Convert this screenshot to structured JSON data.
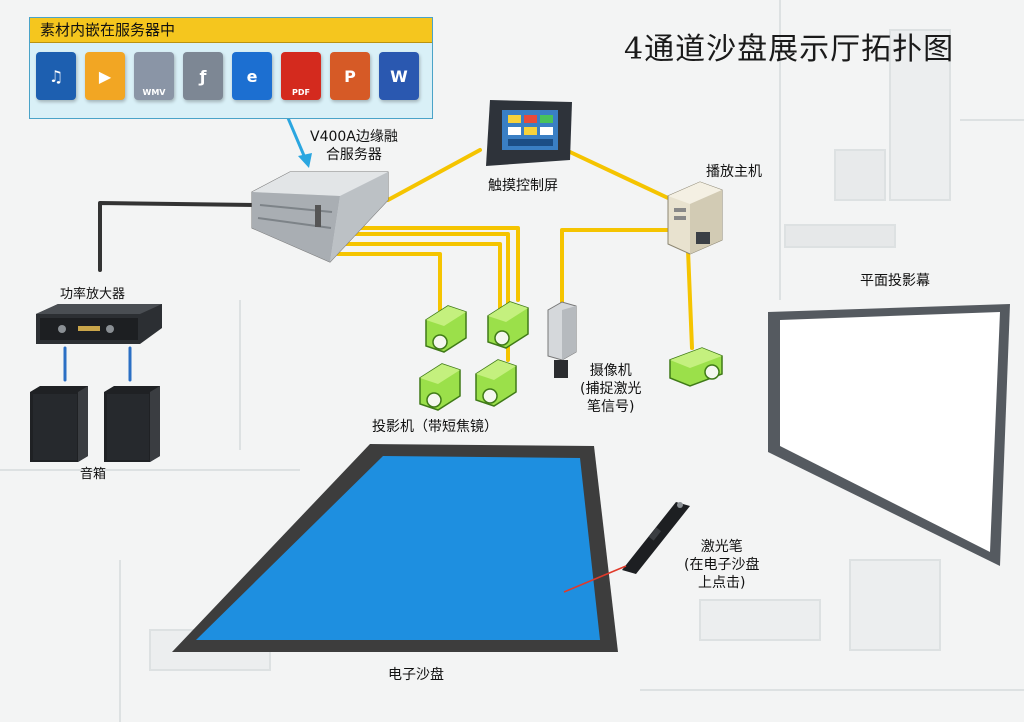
{
  "title": "4通道沙盘展示厅拓扑图",
  "media_panel": {
    "header": "素材内嵌在服务器中",
    "icons": [
      {
        "name": "audio-video-file-icon",
        "color": "#1d5fb0"
      },
      {
        "name": "media-player-icon",
        "color": "#f2a623"
      },
      {
        "name": "wmv-file-icon",
        "color": "#8a95a6",
        "text": "WMV"
      },
      {
        "name": "flash-file-icon",
        "color": "#7d8794"
      },
      {
        "name": "internet-explorer-icon",
        "color": "#1c6fd1"
      },
      {
        "name": "pdf-file-icon",
        "color": "#d42a1e",
        "text": "PDF"
      },
      {
        "name": "powerpoint-file-icon",
        "color": "#d65a26"
      },
      {
        "name": "word-file-icon",
        "color": "#2a58b0"
      }
    ]
  },
  "labels": {
    "server_line1": "V400A边缘融",
    "server_line2": "合服务器",
    "touch_screen": "触摸控制屏",
    "host_pc": "播放主机",
    "amplifier": "功率放大器",
    "speakers": "音箱",
    "flat_screen": "平面投影幕",
    "projectors": "投影机（带短焦镜）",
    "camera_line1": "摄像机",
    "camera_line2": "(捕捉激光",
    "camera_line3": "笔信号)",
    "laser_line1": "激光笔",
    "laser_line2": "(在电子沙盘",
    "laser_line3": "上点击)",
    "sand_table": "电子沙盘"
  },
  "colors": {
    "cable": "#f5c400",
    "sand_table": "#1e8fe0",
    "sand_frame": "#3d3d3d",
    "projector": "#9be04a",
    "panel_bg": "#d9f0f7",
    "panel_header": "#f5c61e"
  }
}
